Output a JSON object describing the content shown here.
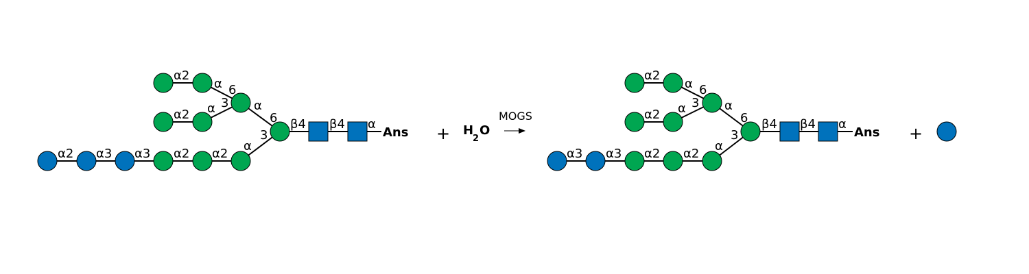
{
  "colors": {
    "glucose": "#0072BC",
    "mannose": "#00A651",
    "glcnac": "#0072BC",
    "bond": "#000000"
  },
  "reactant": {
    "linkages": {
      "glc_a2": "α2",
      "glc_a3a": "α3",
      "glc_a3b": "α3",
      "man_d1_a2": "α2",
      "man_d1_a2b": "α2",
      "man_d1_a": "α",
      "man_top_a2": "α2",
      "man_top_a": "α",
      "man_top_6": "6",
      "man_mid_a2": "α2",
      "man_mid_a": "α",
      "man_mid_3": "3",
      "man_a16_a": "α",
      "core_6": "6",
      "core_3": "3",
      "core_b4": "β4",
      "glcnac_b4": "β4",
      "glcnac_a": "α"
    },
    "aglycone": "Ans"
  },
  "reaction": {
    "plus1": "+",
    "water_h": "H",
    "water_sub": "2",
    "water_o": "O",
    "enzyme": "MOGS",
    "plus2": "+"
  },
  "product": {
    "linkages": {
      "glc_a3a": "α3",
      "glc_a3b": "α3",
      "man_d1_a2": "α2",
      "man_d1_a2b": "α2",
      "man_d1_a": "α",
      "man_top_a2": "α2",
      "man_top_a": "α",
      "man_top_6": "6",
      "man_mid_a2": "α2",
      "man_mid_a": "α",
      "man_mid_3": "3",
      "man_a16_a": "α",
      "core_6": "6",
      "core_3": "3",
      "core_b4": "β4",
      "glcnac_b4": "β4",
      "glcnac_a": "α"
    },
    "aglycone": "Ans"
  }
}
